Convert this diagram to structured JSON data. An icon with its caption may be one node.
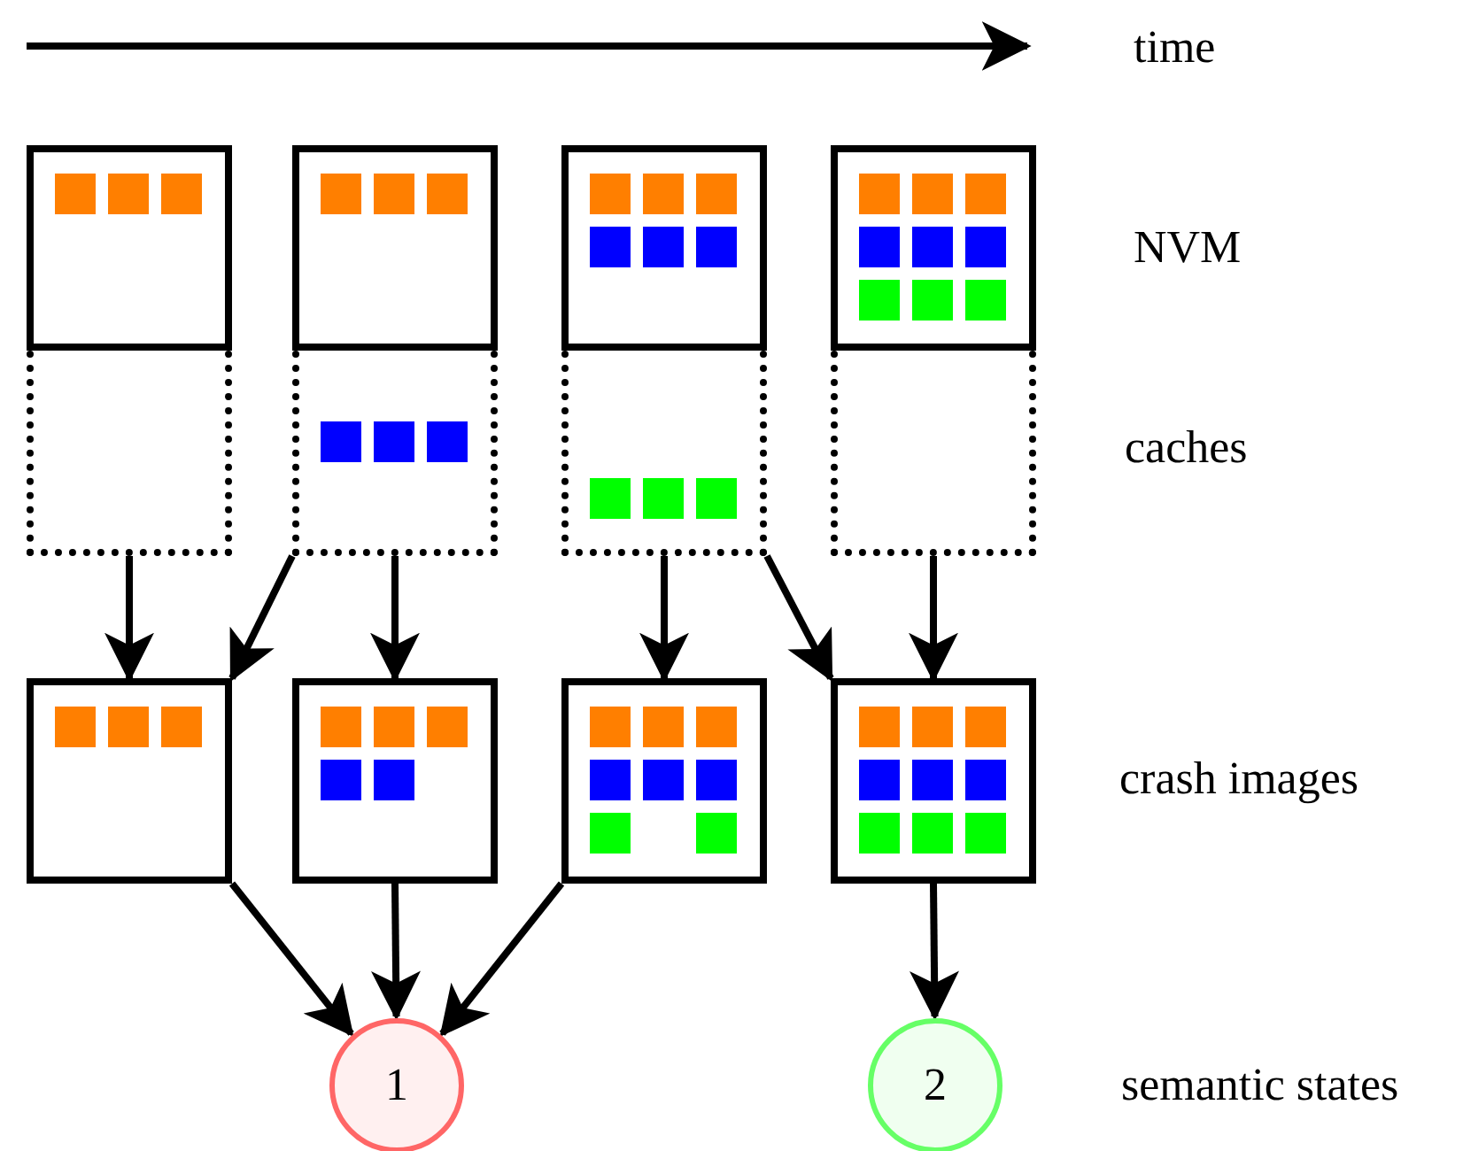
{
  "diagram": {
    "nodes": [
      {
        "text": [],
        "shape": "box"
      },
      {
        "text": [],
        "shape": "box"
      },
      {
        "text": [],
        "shape": "box"
      },
      {
        "text": [],
        "shape": "box"
      },
      {
        "text": [],
        "shape": "box"
      },
      {
        "text": [],
        "shape": "box"
      },
      {
        "text": [],
        "shape": "box"
      },
      {
        "text": [],
        "shape": "box"
      },
      {
        "text": [],
        "shape": "box"
      },
      {
        "text": [],
        "shape": "box"
      },
      {
        "text": [],
        "shape": "box"
      },
      {
        "text": [],
        "shape": "box"
      },
      {
        "text": [
          "1"
        ]
      },
      {
        "text": [
          "2"
        ]
      }
    ],
    "edges": [
      {
        "from": 4,
        "to": 8,
        "arrow": "to"
      },
      {
        "from": 5,
        "to": 8,
        "arrow": "to"
      },
      {
        "from": 5,
        "to": 9,
        "arrow": "to"
      },
      {
        "from": 6,
        "to": 10,
        "arrow": "to"
      },
      {
        "from": 6,
        "to": 11,
        "arrow": "to"
      },
      {
        "from": 7,
        "to": 11,
        "arrow": "to"
      },
      {
        "from": 8,
        "to": 12,
        "arrow": "to"
      },
      {
        "from": 9,
        "to": 12,
        "arrow": "to"
      },
      {
        "from": 10,
        "to": 12,
        "arrow": "to"
      },
      {
        "from": 11,
        "to": 13,
        "arrow": "to"
      }
    ],
    "labels": [
      "time",
      "NVM",
      "caches",
      "crash images",
      "semantic states"
    ]
  }
}
